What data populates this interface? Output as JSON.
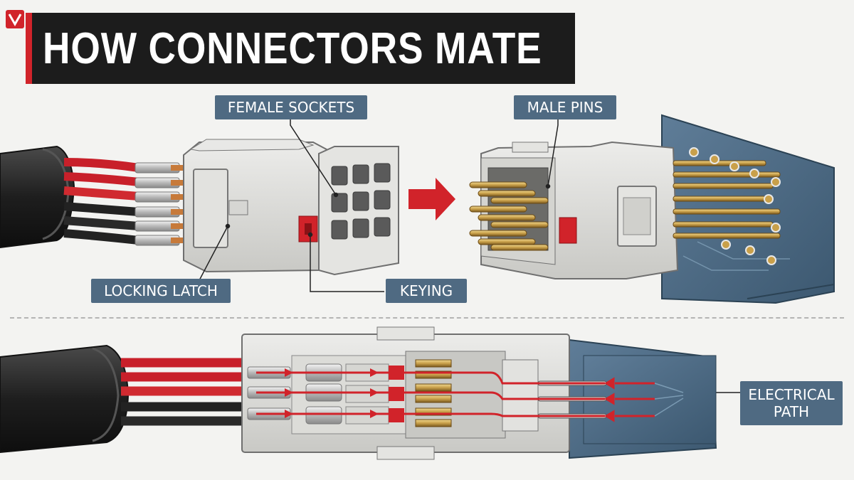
{
  "title": "HOW CONNECTORS MATE",
  "labels": {
    "female_sockets": "FEMALE SOCKETS",
    "male_pins": "MALE PINS",
    "locking_latch": "LOCKING LATCH",
    "keying": "KEYING",
    "electrical_path_line1": "ELECTRICAL",
    "electrical_path_line2": "PATH"
  },
  "colors": {
    "title_bg": "#1c1c1c",
    "accent_red": "#d1232a",
    "label_bg": "#4f6a82",
    "housing": "#dcdcd8",
    "pcb": "#4c6a85",
    "cable": "#2a2a2a",
    "pin_brass": "#c9a04a"
  },
  "icons": [
    "logo-icon",
    "arrow-right-icon",
    "signal-arrow-icon"
  ]
}
